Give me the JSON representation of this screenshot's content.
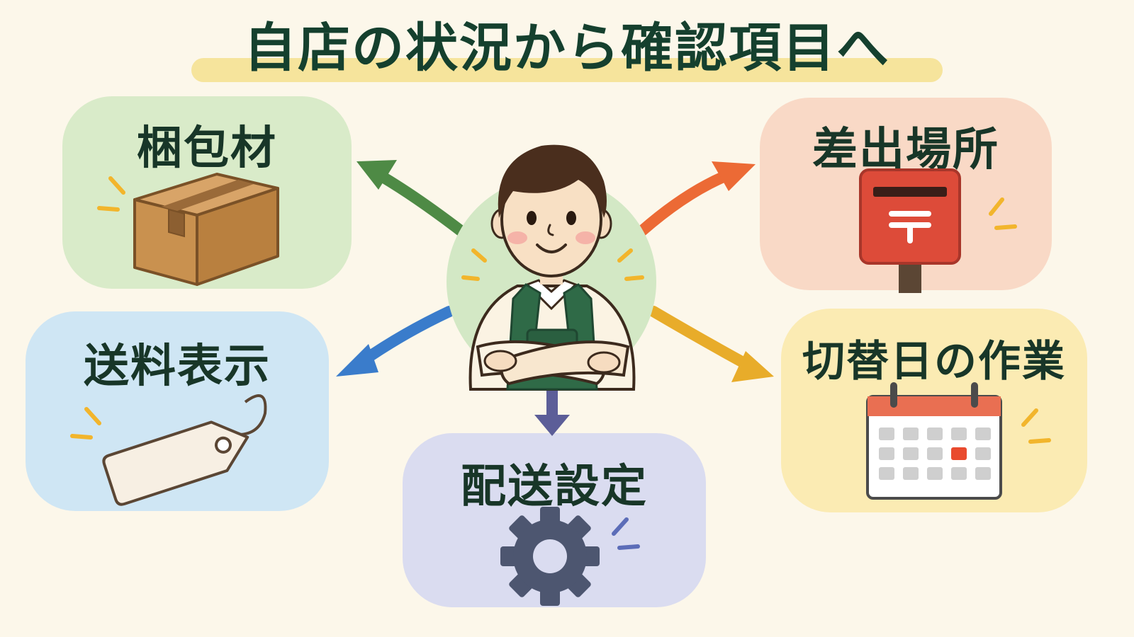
{
  "title": "自店の状況から確認項目へ",
  "center": {
    "figure": "shopkeeper-with-crossed-arms"
  },
  "items": [
    {
      "label": "梱包材",
      "icon": "cardboard-box-icon"
    },
    {
      "label": "差出場所",
      "icon": "mailbox-icon"
    },
    {
      "label": "送料表示",
      "icon": "price-tag-icon"
    },
    {
      "label": "切替日の作業",
      "icon": "calendar-icon"
    },
    {
      "label": "配送設定",
      "icon": "gear-icon"
    }
  ],
  "colors": {
    "background": "#fcf7ea",
    "title_text": "#15402e",
    "title_highlight": "#f6e49c",
    "card_packaging": "#d9ebc9",
    "card_postbox": "#f9d9c6",
    "card_shipping_display": "#cfe6f4",
    "card_switch_day": "#fbebb3",
    "card_delivery_settings": "#dadcf0",
    "arrow_packaging": "#4e8a45",
    "arrow_postbox": "#ec6a35",
    "arrow_shipping_display": "#3a7ccb",
    "arrow_switch_day": "#e8ac2a",
    "arrow_delivery_settings": "#5c5e98"
  }
}
